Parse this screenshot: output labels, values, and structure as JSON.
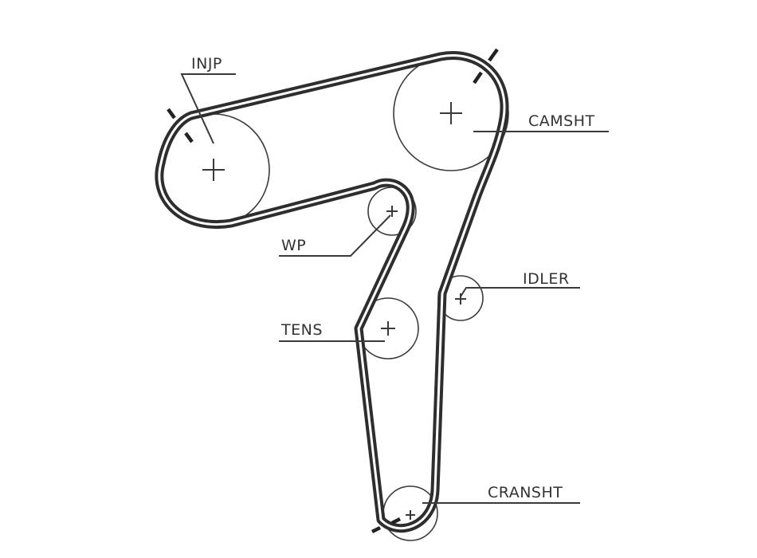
{
  "diagram": {
    "labels": {
      "injp": "INJP",
      "camsht": "CAMSHT",
      "wp": "WP",
      "idler": "IDLER",
      "tens": "TENS",
      "cransht": "CRANSHT"
    }
  }
}
